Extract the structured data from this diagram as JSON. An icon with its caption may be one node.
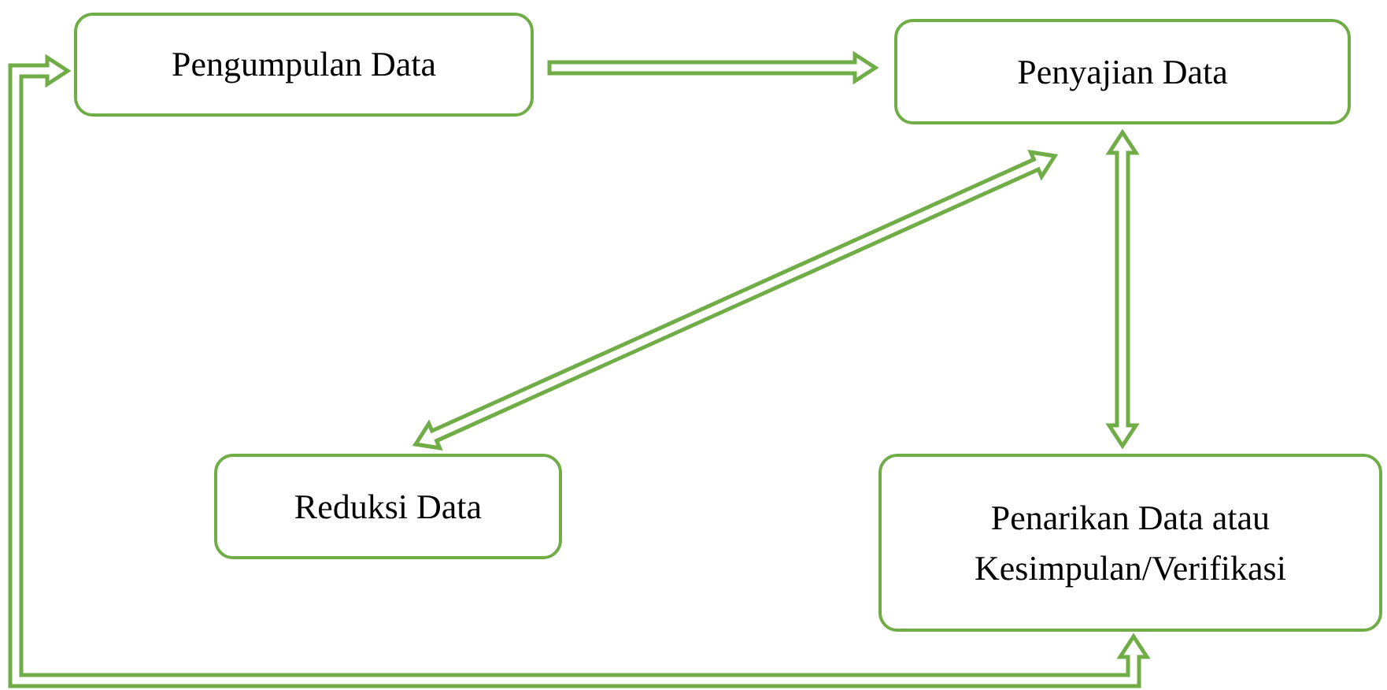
{
  "diagram": {
    "nodes": [
      {
        "text": [
          "Pengumpulan Data"
        ]
      },
      {
        "text": [
          "Penyajian Data"
        ]
      },
      {
        "text": [
          "Reduksi Data"
        ]
      },
      {
        "text": [
          "Penarikan Data atau Kesimpulan/Verifikasi"
        ]
      }
    ],
    "edges": [
      {
        "from": 0,
        "to": 1,
        "arrow": "to"
      },
      {
        "from": 2,
        "to": 1,
        "arrow": "both"
      },
      {
        "from": 1,
        "to": 3,
        "arrow": "both"
      },
      {
        "from": 3,
        "to": 0,
        "arrow": "both"
      }
    ]
  }
}
